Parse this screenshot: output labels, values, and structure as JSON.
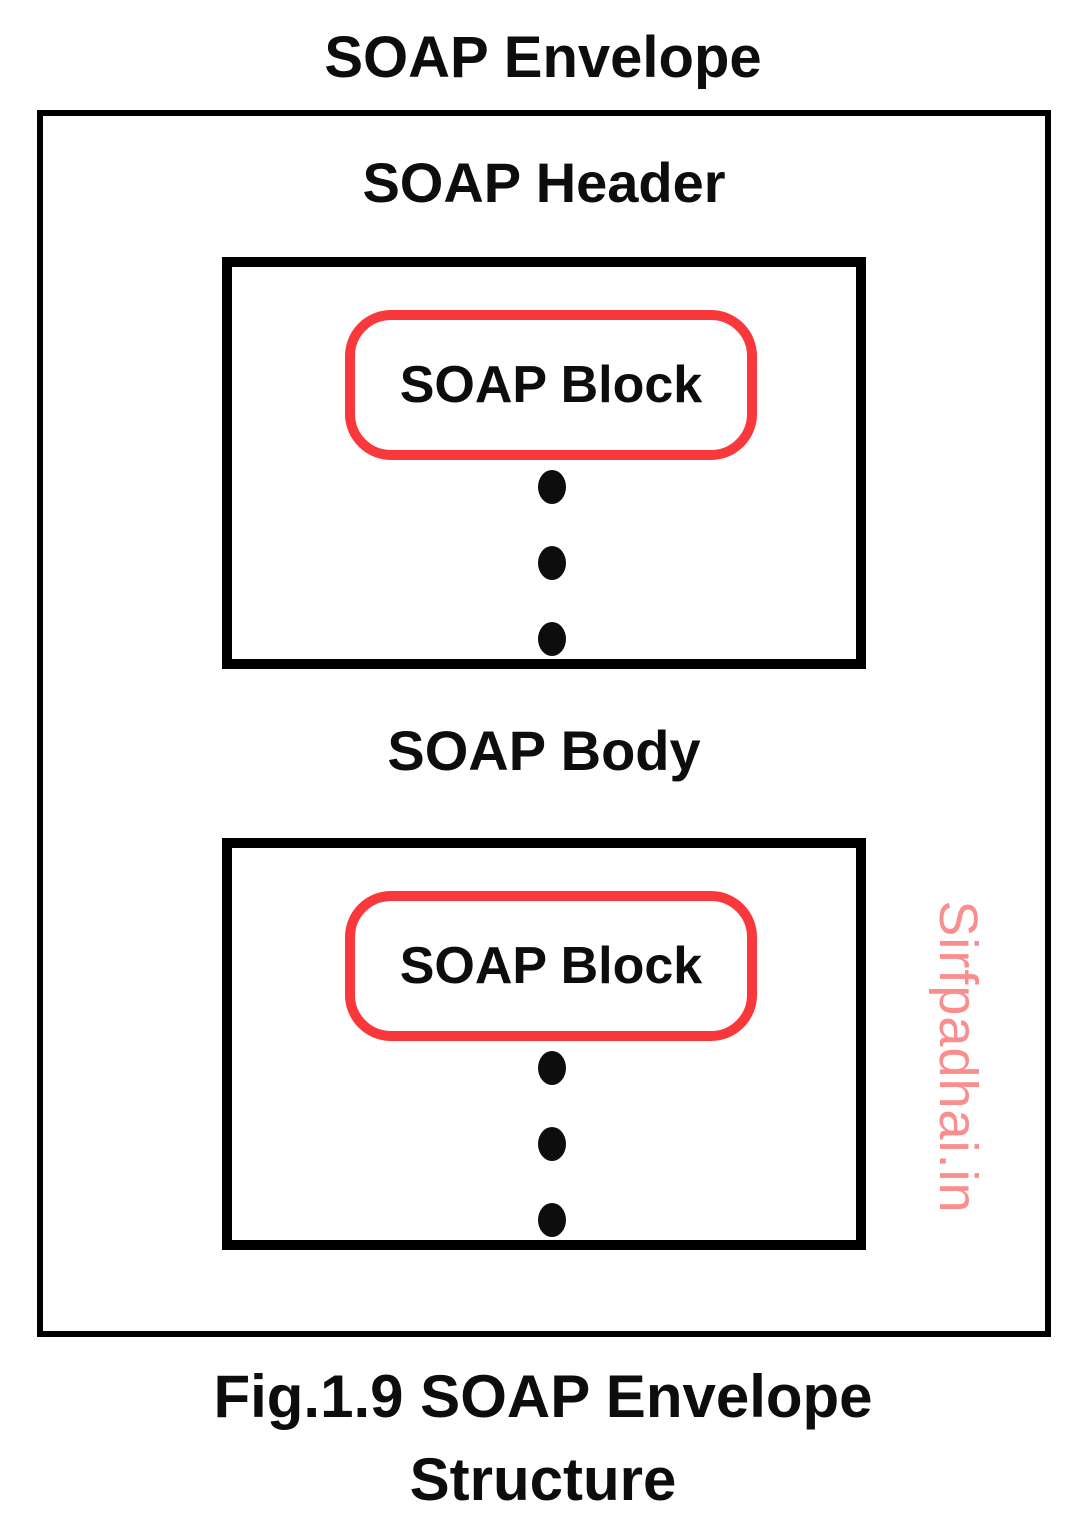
{
  "diagram": {
    "title": "SOAP Envelope",
    "envelope": {
      "header_section": {
        "label": "SOAP Header",
        "block_label": "SOAP Block",
        "ellipsis_dots": 3
      },
      "body_section": {
        "label": "SOAP Body",
        "block_label": "SOAP Block",
        "ellipsis_dots": 3
      },
      "watermark": "Sirfpadhai.in"
    },
    "caption": {
      "line1": "Fig.1.9 SOAP Envelope",
      "line2": "Structure"
    },
    "colors": {
      "block_border": "#f9383b",
      "watermark": "#fa8d8d",
      "box_border": "#000000",
      "text": "#0d0d0d",
      "background": "#ffffff"
    }
  }
}
